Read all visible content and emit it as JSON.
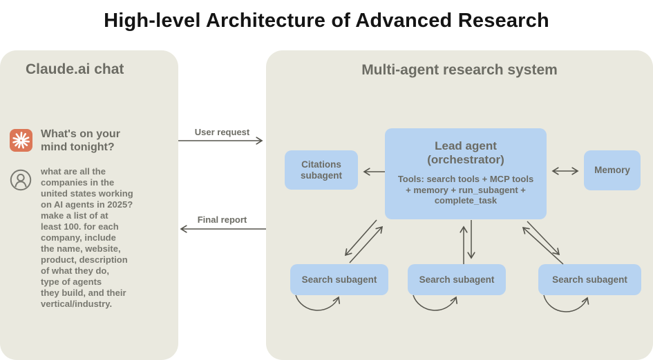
{
  "page": {
    "title": "High-level Architecture of Advanced Research"
  },
  "chat_panel": {
    "title": "Claude.ai chat",
    "prompt": "What's on your\nmind tonight?",
    "user_message": "what are all the\ncompanies in the\nunited states working\non AI agents in 2025?\nmake a list of at\nleast 100. for each\ncompany, include\nthe name, website,\nproduct, description\nof what they do,\ntype of agents\nthey build, and their\nvertical/industry."
  },
  "connectors": {
    "user_request_label": "User request",
    "final_report_label": "Final report"
  },
  "research_panel": {
    "title": "Multi-agent research system",
    "lead_agent": {
      "heading": "Lead agent\n(orchestrator)",
      "tools": "Tools: search tools + MCP tools\n+ memory + run_subagent +\ncomplete_task"
    },
    "citations_subagent_label": "Citations\nsubagent",
    "memory_label": "Memory",
    "search_subagents": [
      "Search subagent",
      "Search subagent",
      "Search subagent"
    ]
  },
  "icons": {
    "claude_logo": "claude-sunburst-icon",
    "user_avatar": "user-avatar-icon"
  },
  "colors": {
    "panel_bg": "#EAE9DF",
    "node_bg": "#B7D3F1",
    "claude_orange": "#DC7757",
    "heading_gray": "#6C6C64",
    "body_gray": "#787870",
    "arrow_gray": "#55544C",
    "title_black": "#141414"
  }
}
